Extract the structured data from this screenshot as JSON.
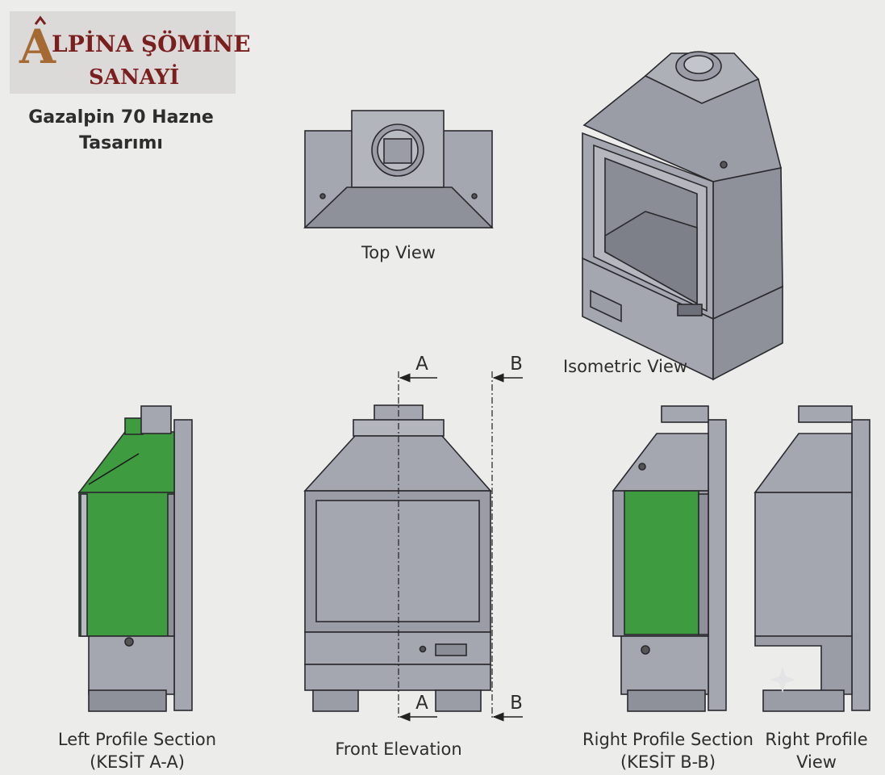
{
  "logo": {
    "letter": "A",
    "line1": "LPİNA ŞÖMİNE",
    "line2": "SANAYİ",
    "colors": {
      "background": "#dcdad8",
      "text": "#7a1e1e",
      "letter": "#a56a32"
    }
  },
  "title": {
    "line1": "Gazalpin 70 Hazne",
    "line2": "Tasarımı"
  },
  "views": {
    "top": "Top View",
    "isometric": "Isometric View",
    "left_section": {
      "line1": "Left Profile Section",
      "line2": "(KESİT A-A)"
    },
    "front": "Front Elevation",
    "right_section": {
      "line1": "Right Profile Section",
      "line2": "(KESİT B-B)"
    },
    "right_profile": {
      "line1": "Right Profile",
      "line2": "View"
    }
  },
  "section_markers": {
    "a": "A",
    "b": "B"
  },
  "colors": {
    "background": "#ececea",
    "metal": "#a4a6b0",
    "metal_dark": "#8e909a",
    "metal_light": "#b9bbc3",
    "outline": "#2a2a2e",
    "section_fill": "#3f9b3f",
    "section_fill_dark": "#2f7f2f"
  }
}
